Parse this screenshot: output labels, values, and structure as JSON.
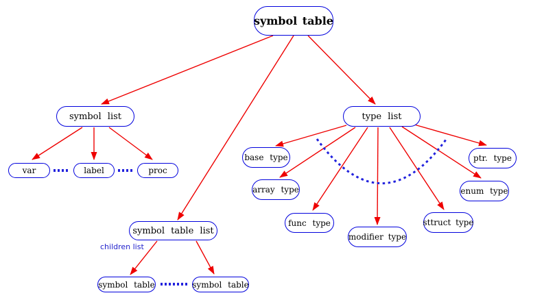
{
  "diagram": {
    "description": "symbol table data-structure tree diagram",
    "colors": {
      "background": "#ffffff",
      "node_border": "#0000dd",
      "node_text": "#000000",
      "arrow": "#ee0000",
      "dotted_link": "#2222dd",
      "annotation_text": "#2222cc"
    },
    "nodes": {
      "root": {
        "label": "symbol table"
      },
      "symbol_list": {
        "label": "symbol list"
      },
      "var": {
        "label": "var"
      },
      "label": {
        "label": "label"
      },
      "proc": {
        "label": "proc"
      },
      "type_list": {
        "label": "type list"
      },
      "base_type": {
        "label": "base type"
      },
      "array_type": {
        "label": "array type"
      },
      "func_type": {
        "label": "func type"
      },
      "modifier_type": {
        "label": "modifier type"
      },
      "sttruct_type": {
        "label": "sttruct type"
      },
      "enum_type": {
        "label": "enum type"
      },
      "ptr_type": {
        "label": "ptr. type"
      },
      "symbol_table_list": {
        "label": "symbol table list"
      },
      "symbol_table_left": {
        "label": "symbol table"
      },
      "symbol_table_right": {
        "label": "symbol table"
      }
    },
    "annotations": {
      "children_list": "children list"
    },
    "edges": [
      {
        "from": "root",
        "to": "symbol_list",
        "type": "arrow"
      },
      {
        "from": "root",
        "to": "type_list",
        "type": "arrow"
      },
      {
        "from": "root",
        "to": "symbol_table_list",
        "type": "arrow"
      },
      {
        "from": "symbol_list",
        "to": "var",
        "type": "arrow"
      },
      {
        "from": "symbol_list",
        "to": "label",
        "type": "arrow"
      },
      {
        "from": "symbol_list",
        "to": "proc",
        "type": "arrow"
      },
      {
        "from": "type_list",
        "to": "base_type",
        "type": "arrow"
      },
      {
        "from": "type_list",
        "to": "array_type",
        "type": "arrow"
      },
      {
        "from": "type_list",
        "to": "func_type",
        "type": "arrow"
      },
      {
        "from": "type_list",
        "to": "modifier_type",
        "type": "arrow"
      },
      {
        "from": "type_list",
        "to": "sttruct_type",
        "type": "arrow"
      },
      {
        "from": "type_list",
        "to": "enum_type",
        "type": "arrow"
      },
      {
        "from": "type_list",
        "to": "ptr_type",
        "type": "arrow"
      },
      {
        "from": "symbol_table_list",
        "to": "symbol_table_left",
        "type": "arrow"
      },
      {
        "from": "symbol_table_list",
        "to": "symbol_table_right",
        "type": "arrow"
      },
      {
        "from": "var",
        "to": "label",
        "type": "dotted"
      },
      {
        "from": "label",
        "to": "proc",
        "type": "dotted"
      },
      {
        "from": "symbol_table_left",
        "to": "symbol_table_right",
        "type": "dotted"
      },
      {
        "from": "base_type_side",
        "to": "ptr_type_side",
        "type": "dashed-arc"
      }
    ]
  }
}
